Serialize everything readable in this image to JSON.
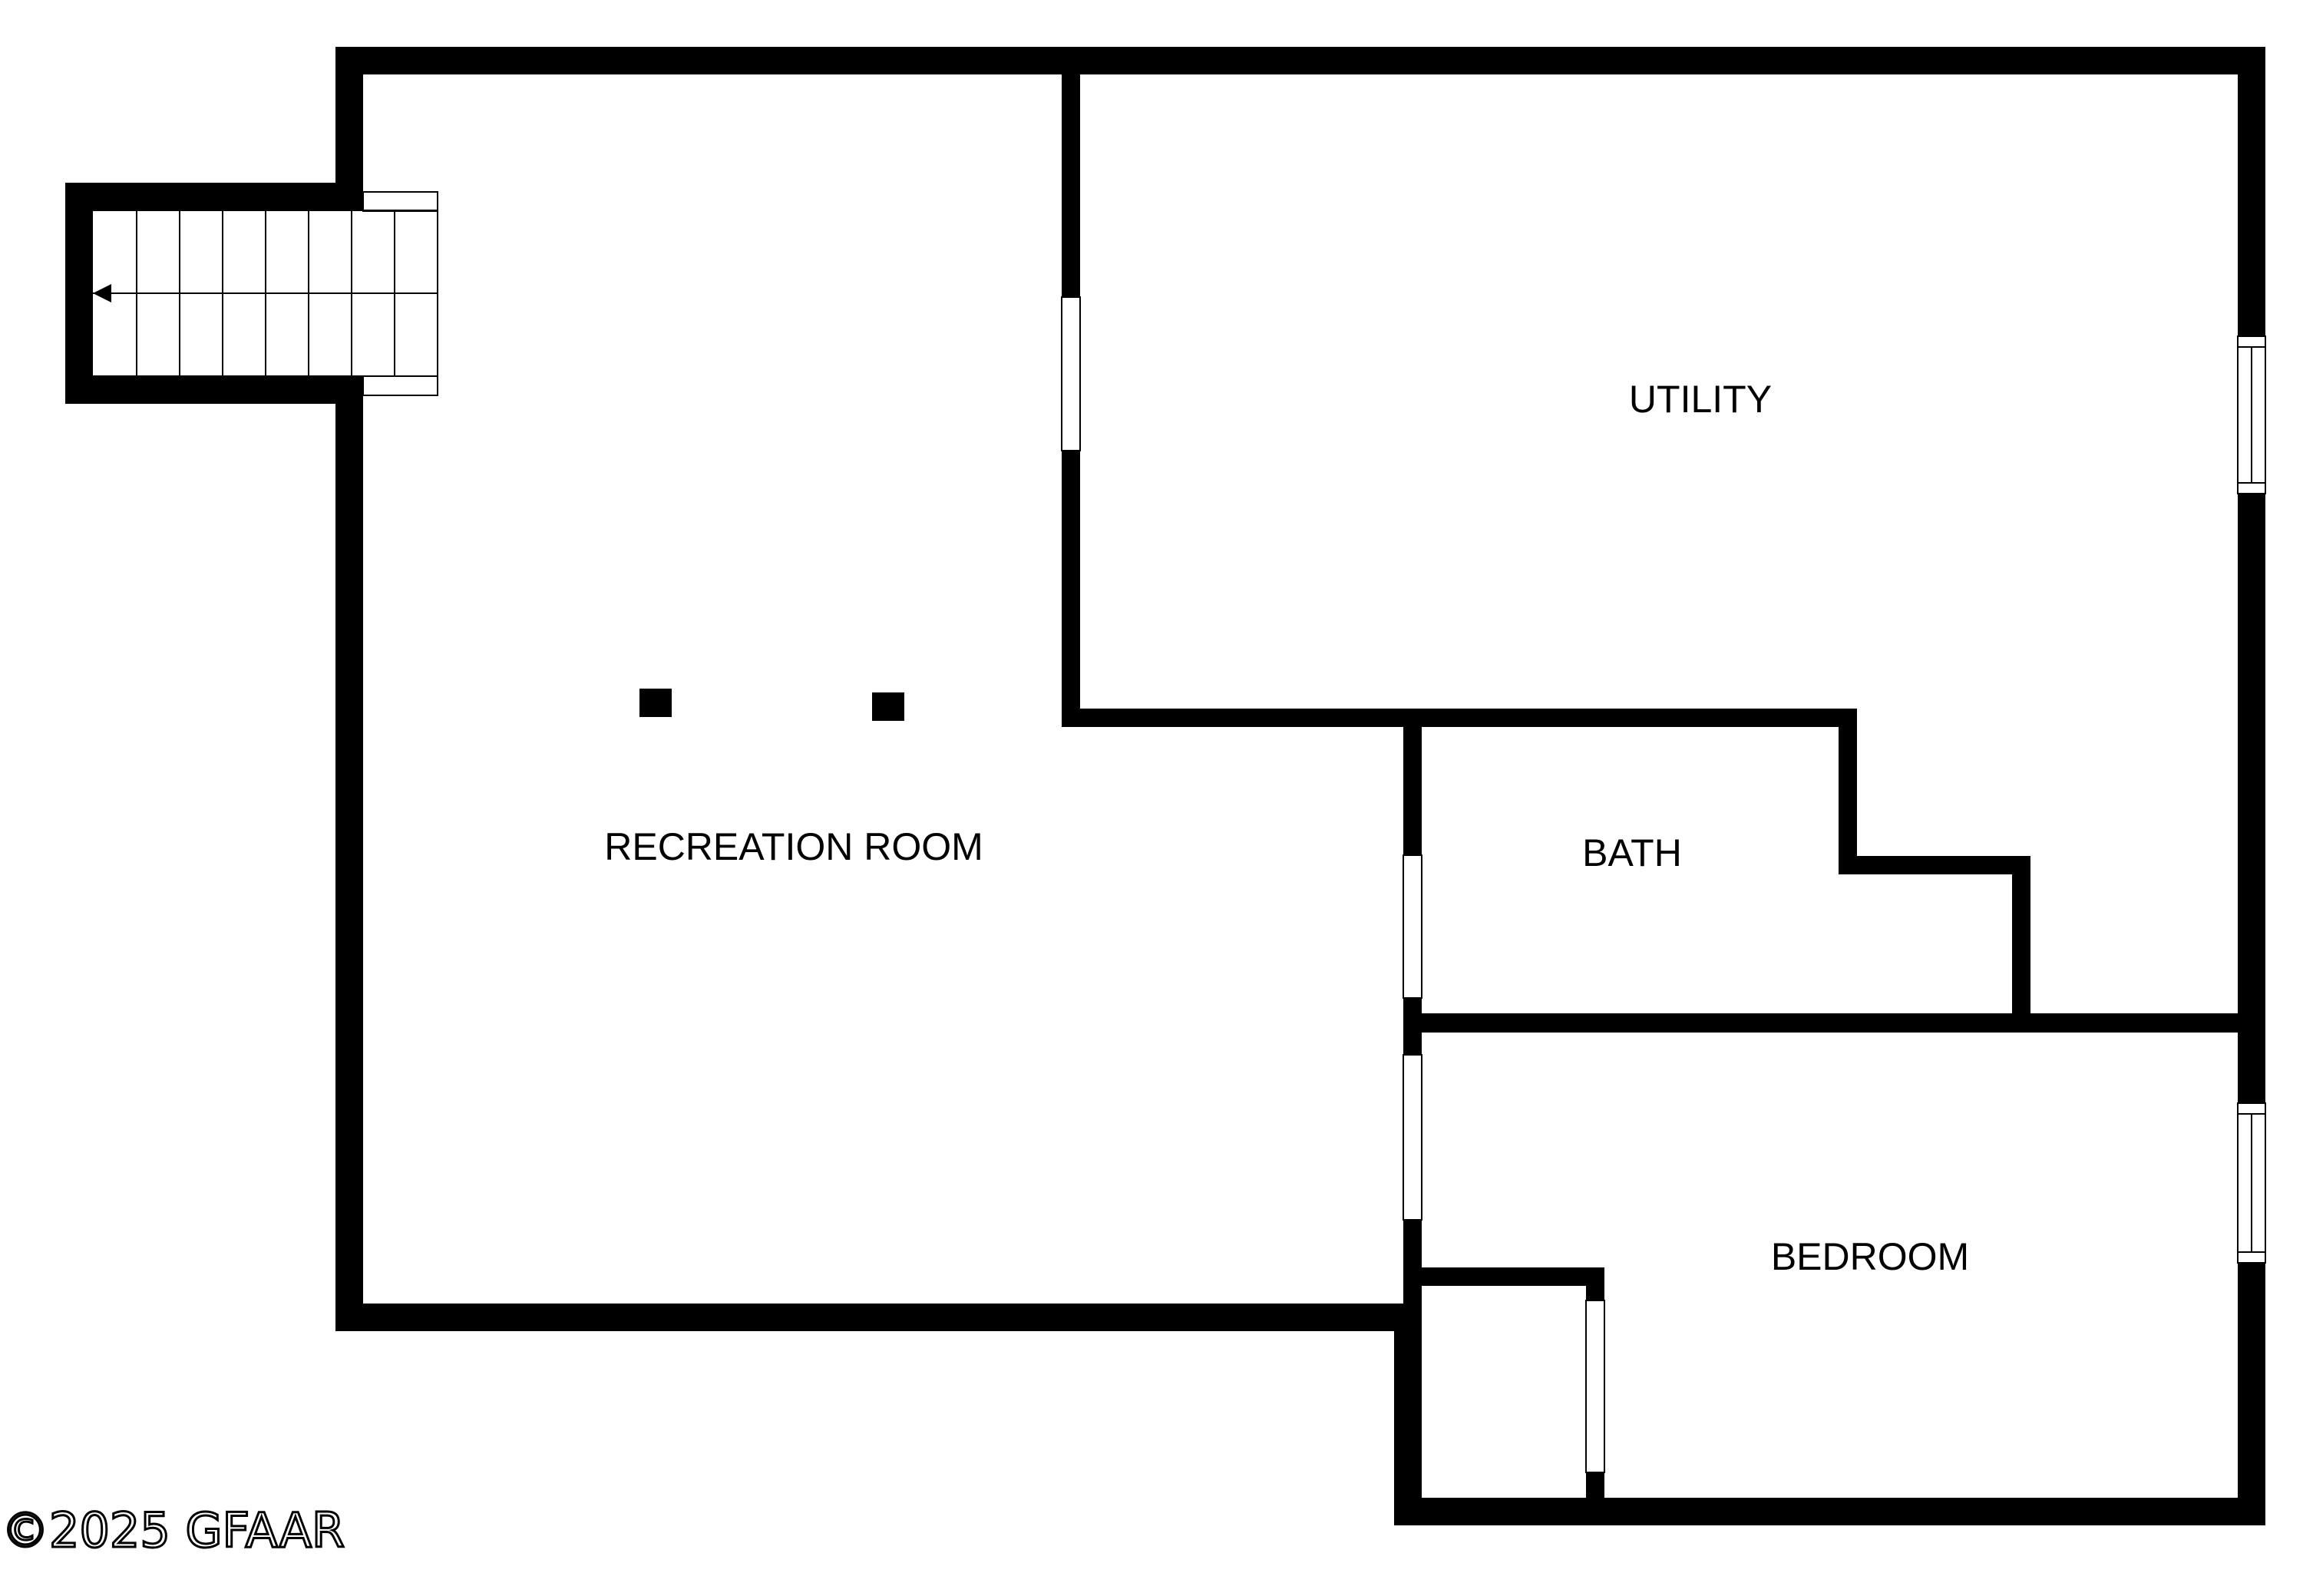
{
  "rooms": {
    "utility": "UTILITY",
    "recreation": "RECREATION ROOM",
    "bath": "BATH",
    "bedroom": "BEDROOM"
  },
  "watermark": "©2025 GFAAR",
  "colors": {
    "wall": "#000000",
    "background": "#ffffff"
  }
}
